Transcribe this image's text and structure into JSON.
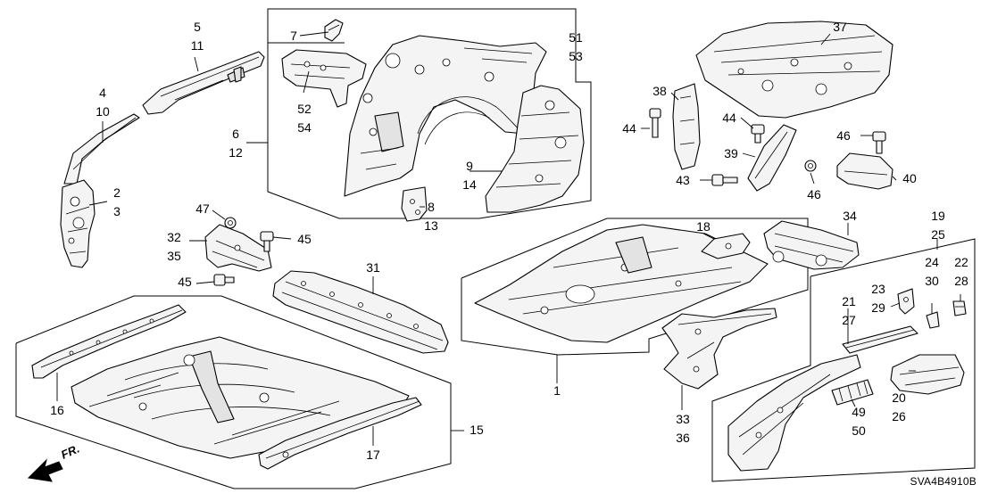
{
  "diagram": {
    "drawing_code": "SVA4B4910B",
    "direction_label": "FR.",
    "callouts": [
      {
        "id": "c-5-11",
        "lines": [
          "5",
          "11"
        ]
      },
      {
        "id": "c-4-10",
        "lines": [
          "4",
          "10"
        ]
      },
      {
        "id": "c-2-3",
        "lines": [
          "2",
          "3"
        ]
      },
      {
        "id": "c-6-12",
        "lines": [
          "6",
          "12"
        ]
      },
      {
        "id": "c-7",
        "lines": [
          "7"
        ]
      },
      {
        "id": "c-52-54",
        "lines": [
          "52",
          "54"
        ]
      },
      {
        "id": "c-51-53",
        "lines": [
          "51",
          "53"
        ]
      },
      {
        "id": "c-9-14",
        "lines": [
          "9",
          "14"
        ]
      },
      {
        "id": "c-8-13",
        "lines": [
          "8",
          "13"
        ]
      },
      {
        "id": "c-47",
        "lines": [
          "47"
        ]
      },
      {
        "id": "c-32-35",
        "lines": [
          "32",
          "35"
        ]
      },
      {
        "id": "c-45a",
        "lines": [
          "45"
        ]
      },
      {
        "id": "c-45b",
        "lines": [
          "45"
        ]
      },
      {
        "id": "c-31",
        "lines": [
          "31"
        ]
      },
      {
        "id": "c-16",
        "lines": [
          "16"
        ]
      },
      {
        "id": "c-17",
        "lines": [
          "17"
        ]
      },
      {
        "id": "c-15",
        "lines": [
          "15"
        ]
      },
      {
        "id": "c-37",
        "lines": [
          "37"
        ]
      },
      {
        "id": "c-38",
        "lines": [
          "38"
        ]
      },
      {
        "id": "c-44a",
        "lines": [
          "44"
        ]
      },
      {
        "id": "c-44b",
        "lines": [
          "44"
        ]
      },
      {
        "id": "c-39",
        "lines": [
          "39"
        ]
      },
      {
        "id": "c-43",
        "lines": [
          "43"
        ]
      },
      {
        "id": "c-46a",
        "lines": [
          "46"
        ]
      },
      {
        "id": "c-46b",
        "lines": [
          "46"
        ]
      },
      {
        "id": "c-40",
        "lines": [
          "40"
        ]
      },
      {
        "id": "c-18",
        "lines": [
          "18"
        ]
      },
      {
        "id": "c-1",
        "lines": [
          "1"
        ]
      },
      {
        "id": "c-34",
        "lines": [
          "34"
        ]
      },
      {
        "id": "c-19-25",
        "lines": [
          "19",
          "25"
        ]
      },
      {
        "id": "c-24-30",
        "lines": [
          "24",
          "30"
        ]
      },
      {
        "id": "c-22-28",
        "lines": [
          "22",
          "28"
        ]
      },
      {
        "id": "c-23-29",
        "lines": [
          "23",
          "29"
        ]
      },
      {
        "id": "c-21-27",
        "lines": [
          "21",
          "27"
        ]
      },
      {
        "id": "c-20-26",
        "lines": [
          "20",
          "26"
        ]
      },
      {
        "id": "c-49-50",
        "lines": [
          "49",
          "50"
        ]
      },
      {
        "id": "c-33-36",
        "lines": [
          "33",
          "36"
        ]
      }
    ]
  }
}
